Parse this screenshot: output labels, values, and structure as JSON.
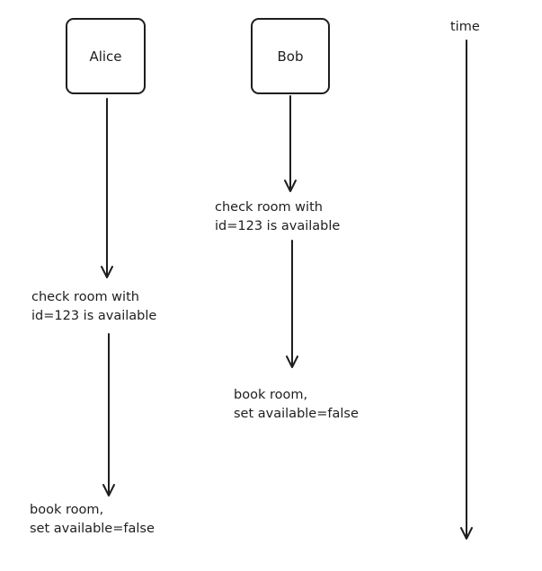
{
  "actors": {
    "alice": "Alice",
    "bob": "Bob"
  },
  "time_label": "time",
  "alice_steps": {
    "check": [
      "check room with",
      "id=123 is available"
    ],
    "book": [
      "book room,",
      "set available=false"
    ]
  },
  "bob_steps": {
    "check": [
      "check room with",
      "id=123 is available"
    ],
    "book": [
      "book room,",
      "set available=false"
    ]
  },
  "colors": {
    "stroke": "#1e1e1e",
    "background": "#ffffff"
  }
}
